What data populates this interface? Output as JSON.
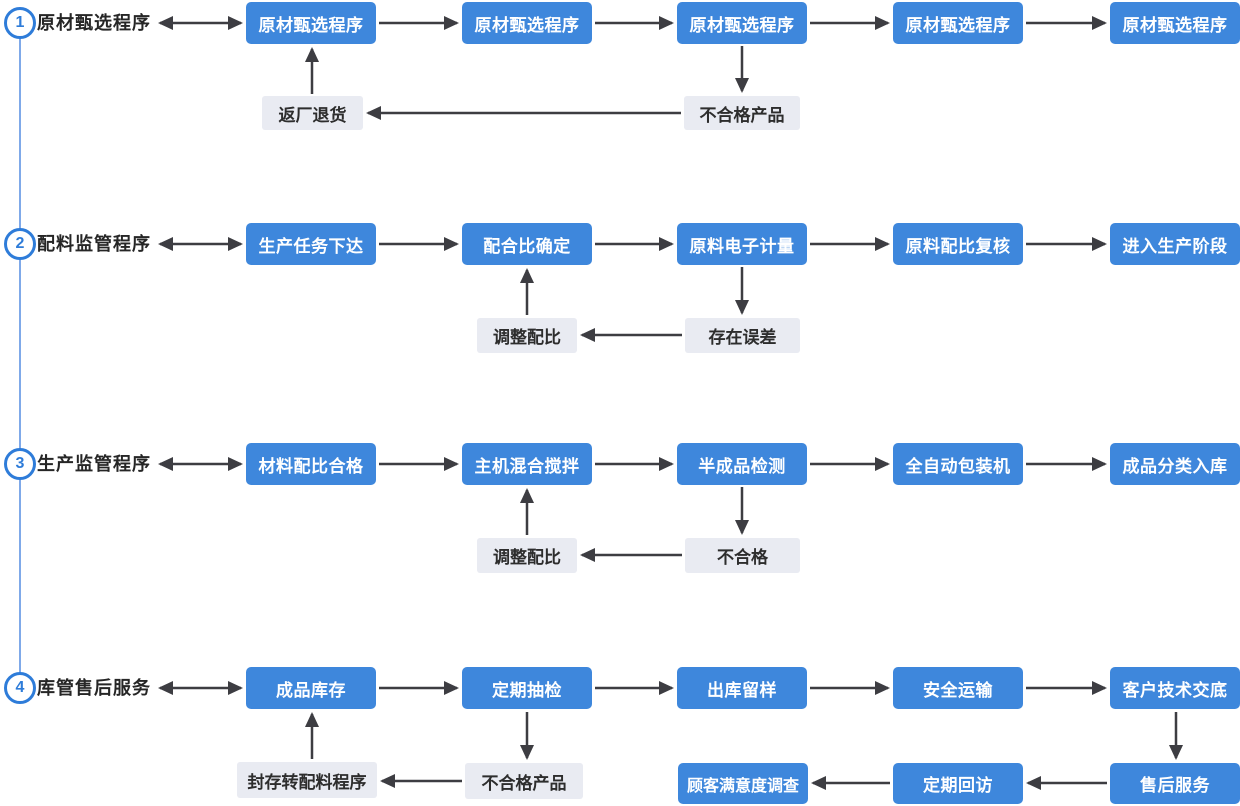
{
  "colors": {
    "step_blue": "#3E87DC",
    "feedback_gray": "#E9EBF2",
    "arrow_dark": "#3D3D42",
    "rail_blue": "#7FA9E9",
    "badge_blue": "#2E7CD9",
    "label_dark": "#262626"
  },
  "rows": [
    {
      "number": "1",
      "label": "原材甄选程序",
      "steps": [
        "原材甄选程序",
        "原材甄选程序",
        "原材甄选程序",
        "原材甄选程序",
        "原材甄选程序"
      ],
      "feedback": {
        "return": "返厂退货",
        "reject": "不合格产品"
      }
    },
    {
      "number": "2",
      "label": "配料监管程序",
      "steps": [
        "生产任务下达",
        "配合比确定",
        "原料电子计量",
        "原料配比复核",
        "进入生产阶段"
      ],
      "feedback": {
        "adjust": "调整配比",
        "error": "存在误差"
      }
    },
    {
      "number": "3",
      "label": "生产监管程序",
      "steps": [
        "材料配比合格",
        "主机混合搅拌",
        "半成品检测",
        "全自动包装机",
        "成品分类入库"
      ],
      "feedback": {
        "adjust": "调整配比",
        "fail": "不合格"
      }
    },
    {
      "number": "4",
      "label": "库管售后服务",
      "steps": [
        "成品库存",
        "定期抽检",
        "出库留样",
        "安全运输",
        "客户技术交底"
      ],
      "feedback": {
        "seal": "封存转配料程序",
        "reject": "不合格产品"
      },
      "service": {
        "survey": "顾客满意度调查",
        "revisit": "定期回访",
        "after_sales": "售后服务"
      }
    }
  ]
}
